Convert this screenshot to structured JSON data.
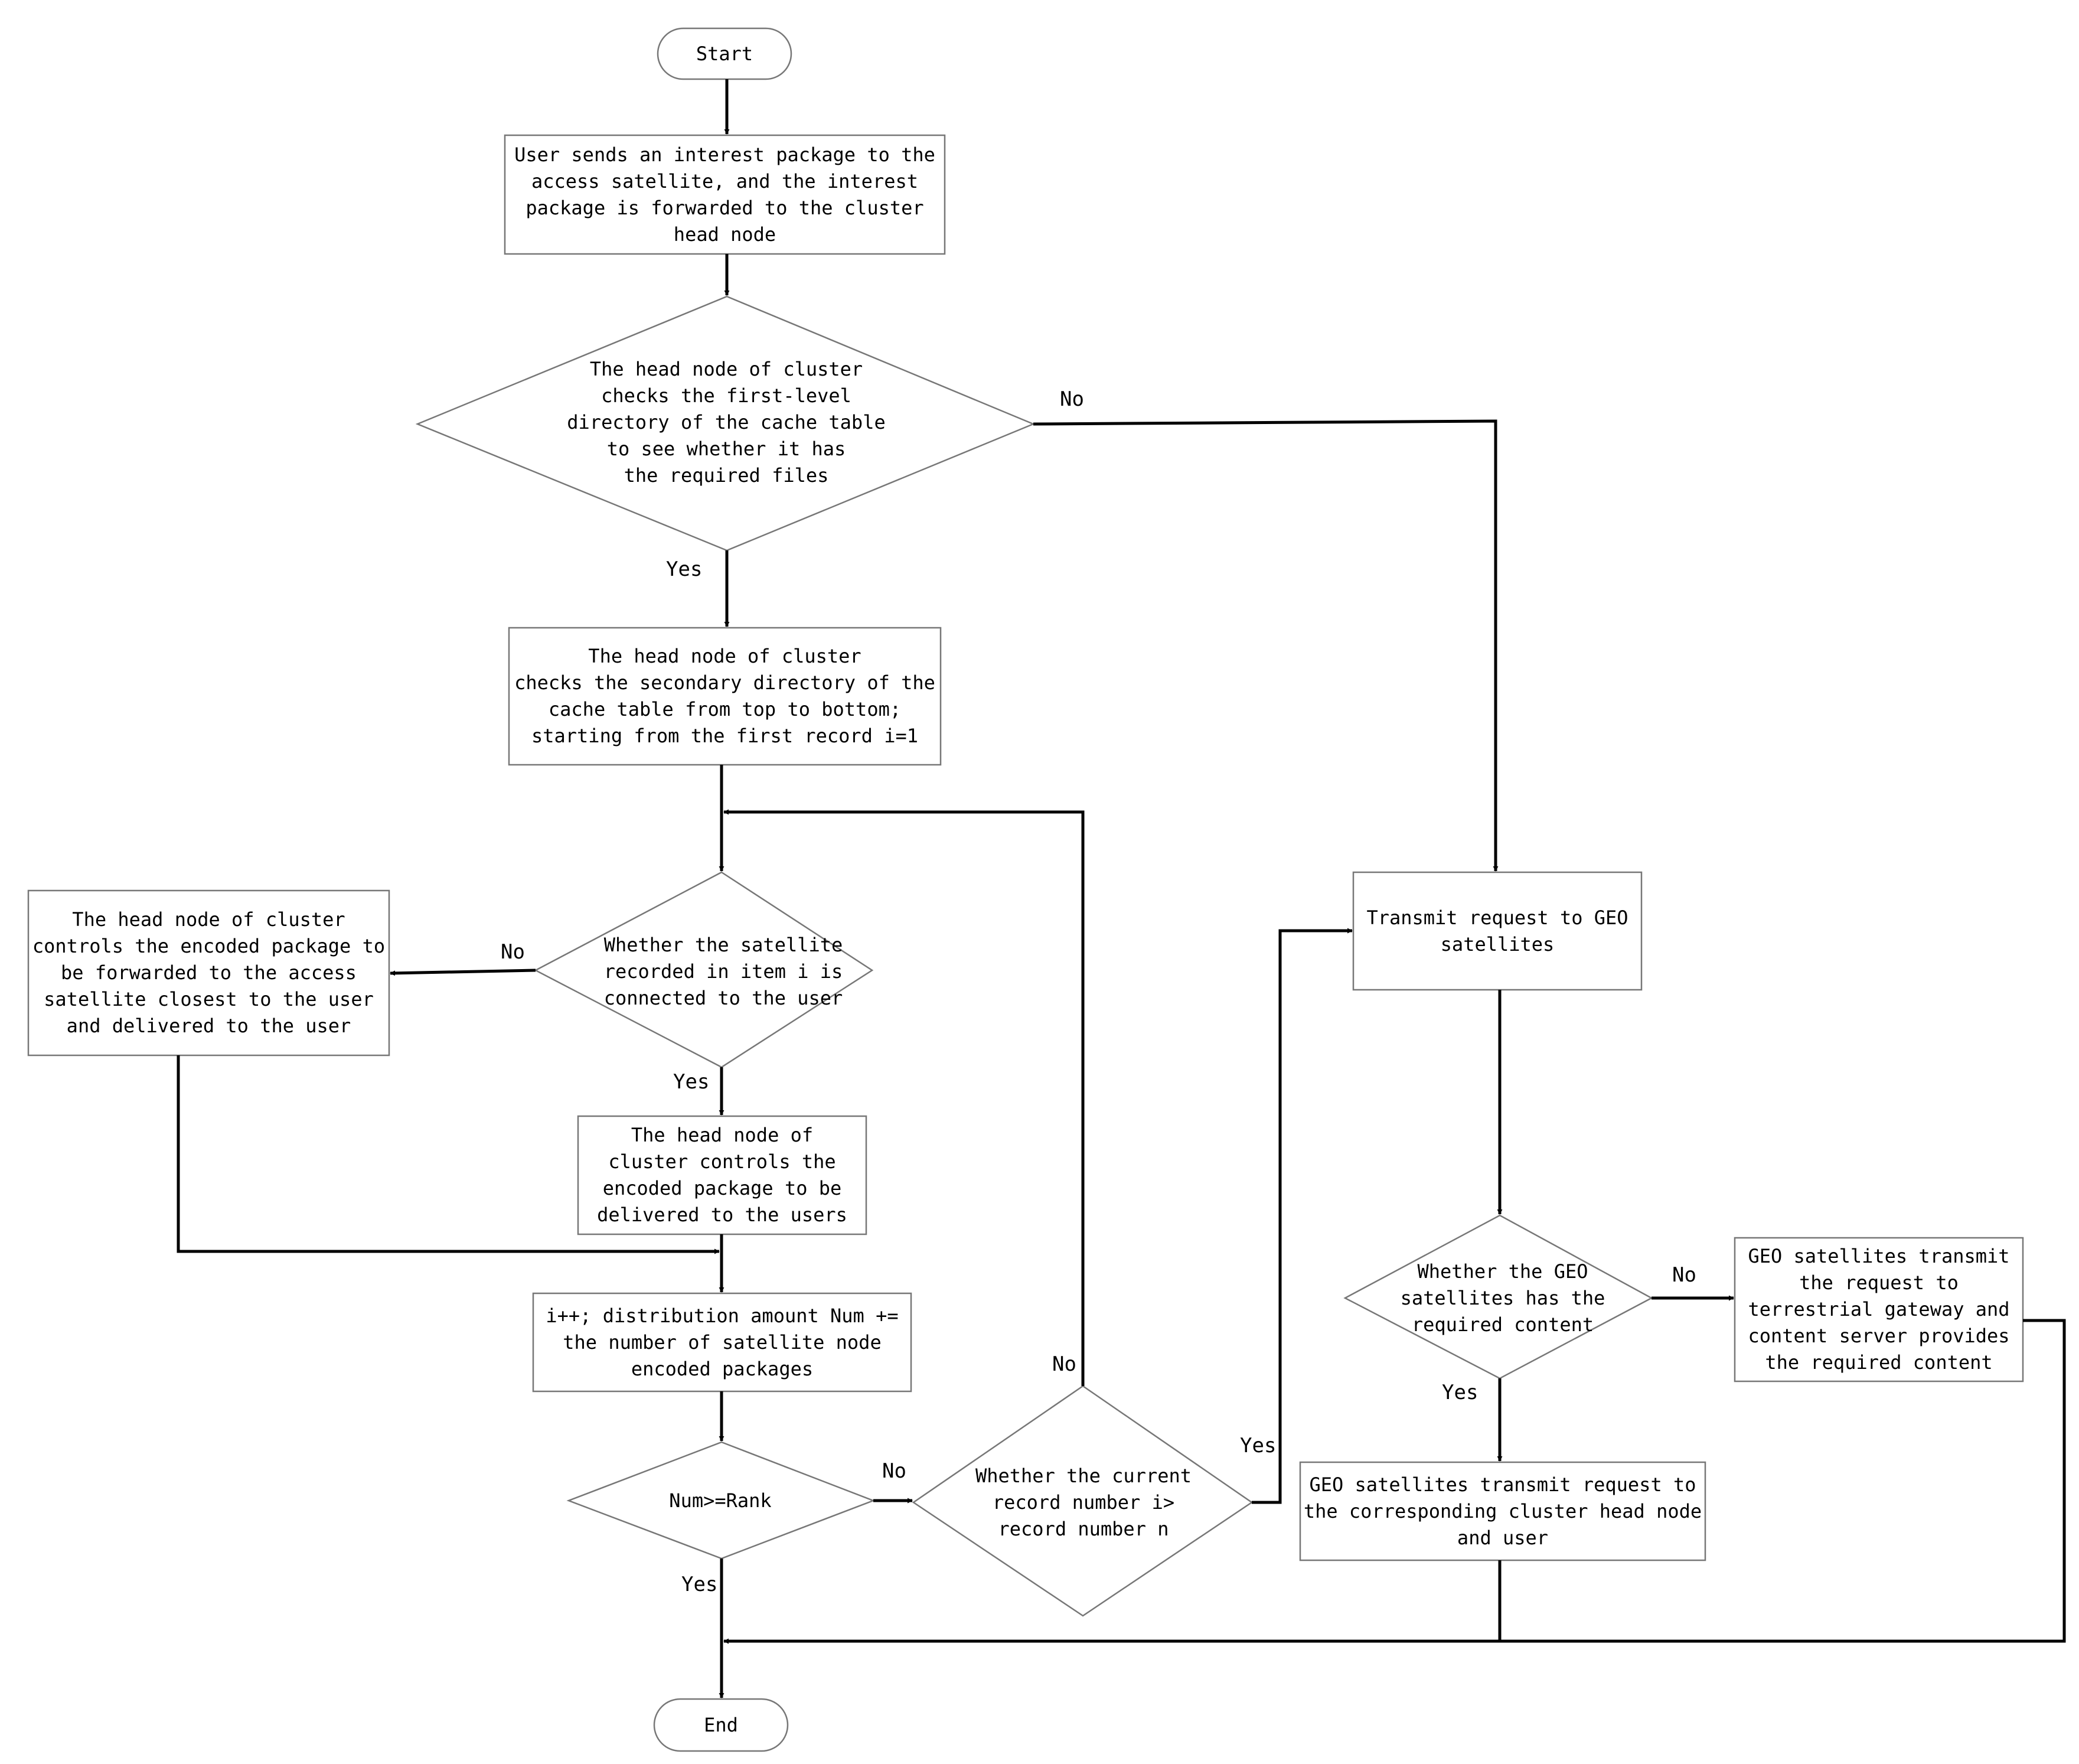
{
  "nodes": {
    "start": "Start",
    "send_interest": "User sends an interest package to the\naccess satellite, and the interest\npackage is forwarded to the cluster\nhead node",
    "check_first_level": "The head node of cluster\nchecks the first-level\ndirectory of the cache table\nto see whether it has\nthe required files",
    "check_secondary": "The head node of cluster\nchecks the secondary directory of the\ncache table from top to bottom;\nstarting from the first record i=1",
    "satellite_connected": "Whether the satellite\nrecorded in item i is\nconnected to the user",
    "forward_closest": "The head node of cluster\ncontrols the encoded package to\nbe forwarded to the access\nsatellite closest to the user\nand delivered to the user",
    "deliver_users": "The head node  of\ncluster controls the\nencoded package to be\ndelivered to the users",
    "increment": "i++; distribution amount Num +=\nthe number of satellite node\nencoded packages",
    "num_rank": "Num>=Rank",
    "record_compare": "Whether the current\nrecord number i>\nrecord number n",
    "transmit_geo": "Transmit request to GEO\nsatellites",
    "geo_has_content": "Whether the GEO\nsatellites has the\nrequired content",
    "geo_to_gateway": "GEO satellites transmit\nthe request to\nterrestrial gateway and\ncontent server provides\nthe required content",
    "geo_to_cluster": "GEO satellites transmit request to\nthe corresponding cluster head node\nand user",
    "end": "End"
  },
  "edge_labels": {
    "first_level_no": "No",
    "first_level_yes": "Yes",
    "connected_no": "No",
    "connected_yes": "Yes",
    "rank_no": "No",
    "rank_yes": "Yes",
    "record_no": "No",
    "record_yes": "Yes",
    "geo_no": "No",
    "geo_yes": "Yes"
  }
}
